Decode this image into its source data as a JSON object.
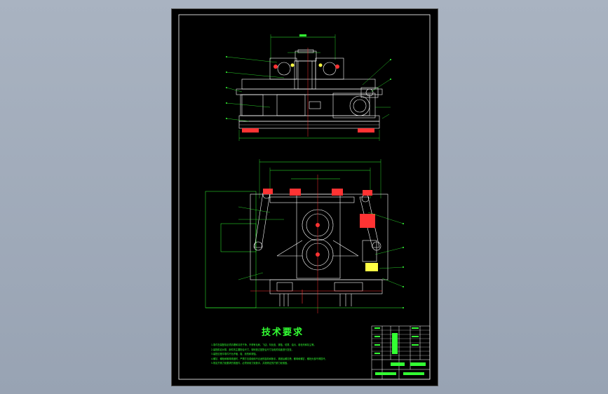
{
  "drawing": {
    "tech_requirements_title": "技术要求",
    "tech_notes": [
      "1.零件在装配前必须清理和清洗干净，不得有毛刺、飞边、氧化皮、锈蚀、切屑、油污、着色剂和灰尘等。",
      "2.装配前应对零、部件的主要配合尺寸，特别是过盈配合尺寸及相关精度进行复查。",
      "3.装配过程中零件不允许磕、碰、划伤和锈蚀。",
      "4.螺钉、螺栓和螺母紧固时，严禁打击或使用不合适的旋具和扳手。紧固后螺钉槽、螺母和螺钉、螺栓头部不得损坏。",
      "5.规定拧紧力矩要求的紧固件，必须采用力矩扳手，并按规定的拧紧力矩紧固。"
    ]
  },
  "colors": {
    "background": "#a9b3c1",
    "sheet": "#000000",
    "border_line": "#ffffff",
    "geometry": "#ffffff",
    "dimension": "#33ff33",
    "centerline": "#ff3333",
    "hidden": "#ffff44"
  }
}
